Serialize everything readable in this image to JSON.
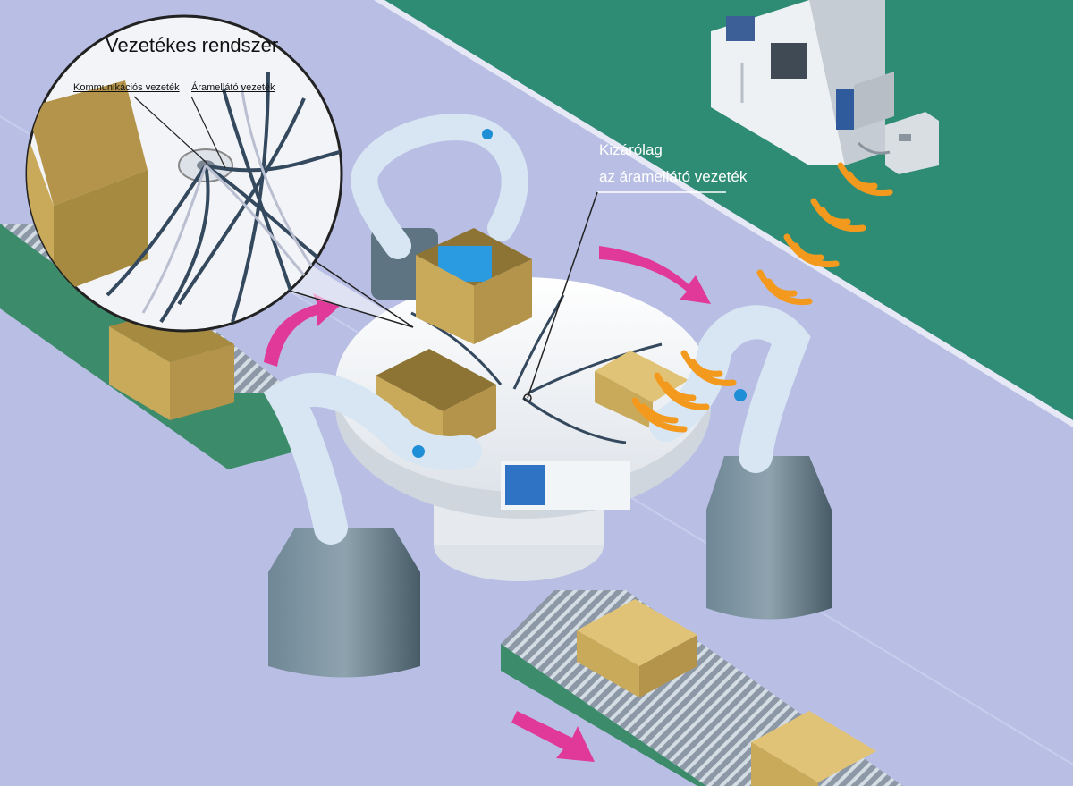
{
  "callout": {
    "title": "Vezetékes rendszer",
    "comm_label": "Kommunikációs vezeték",
    "power_label": "Áramellátó vezeték"
  },
  "wireless_note": {
    "line1": "Kizárólag",
    "line2": "az áramellátó vezeték"
  },
  "colors": {
    "floor": "#b9bfe4",
    "wall": "#2e8c74",
    "flow_arrow": "#e0399a",
    "wireless_wave": "#f39a1e",
    "box": "#c9a95a",
    "robot": "#d7e6f2",
    "robot_accent": "#1e8ed6",
    "pedestal": "#5e7482"
  },
  "icons": [
    "robot-arm-icon",
    "control-cabinet-icon",
    "wireless-module-icon",
    "cardboard-box-icon",
    "conveyor-belt-icon",
    "turntable-icon",
    "flow-arrow-icon",
    "wireless-waves-icon"
  ]
}
